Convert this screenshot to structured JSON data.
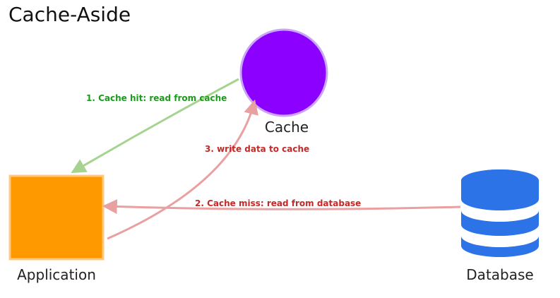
{
  "title": "Cache-Aside",
  "nodes": {
    "cache": {
      "label": "Cache",
      "color": "#8B00FF"
    },
    "application": {
      "label": "Application",
      "color": "#FF9900"
    },
    "database": {
      "label": "Database",
      "color": "#2D73E8"
    }
  },
  "edges": {
    "cache_hit": {
      "label": "1. Cache hit: read from cache",
      "color": "#1a9c1a",
      "line_color": "#a6d490"
    },
    "cache_miss": {
      "label": "2. Cache miss: read from database",
      "color": "#c62828",
      "line_color": "#e8a0a0"
    },
    "write_cache": {
      "label": "3. write data to cache",
      "color": "#c62828",
      "line_color": "#e8a0a0"
    }
  }
}
